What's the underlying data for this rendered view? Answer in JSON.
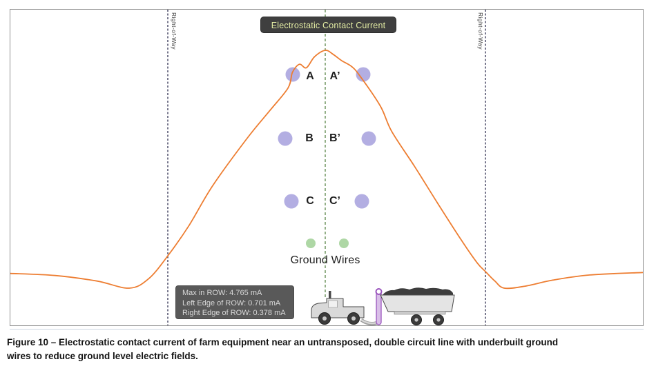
{
  "figure": {
    "title_badge": "Electrostatic Contact Current",
    "row_left_label": "Right-of-Way",
    "row_right_label": "Right-of-Way",
    "conductors": {
      "a": "A",
      "a_prime": "A’",
      "b": "B",
      "b_prime": "B’",
      "c": "C",
      "c_prime": "C’"
    },
    "ground_wires_label": "Ground Wires",
    "stats": {
      "max": "Max in ROW: 4.765 mA",
      "left_edge": "Left Edge of ROW: 0.701 mA",
      "right_edge": "Right Edge of ROW: 0.378 mA"
    },
    "caption_line1": "Figure 10 – Electrostatic contact current of farm equipment near an untransposed, double circuit line with underbuilt ground",
    "caption_line2": "wires to reduce ground level electric fields.",
    "colors": {
      "curve": "#ED7D31",
      "conductor_fill": "#B3AEE2",
      "ground_wire_fill": "#AED7A5",
      "row_line": "#3F3F5E",
      "center_line": "#4E7B3A",
      "badge_bg": "#3F3F3F",
      "badge_text": "#E4EDA4",
      "stats_bg": "#595959",
      "stats_text": "#D9D9D9"
    }
  },
  "chart_data": {
    "type": "line",
    "title": "Electrostatic Contact Current",
    "xlabel": "",
    "ylabel": "",
    "y_unit": "mA",
    "ylim": [
      0,
      5
    ],
    "grid": false,
    "legend_position": "none",
    "series": [
      {
        "name": "Electrostatic contact current",
        "x_percent_of_plot_width": [
          0,
          7.1,
          13.7,
          18.8,
          21.9,
          24.9,
          28.2,
          31.9,
          37.4,
          41.0,
          43.9,
          44.6,
          45.7,
          46.8,
          48.1,
          49.8,
          51.1,
          52.4,
          53.9,
          55.2,
          58.5,
          60.3,
          63.9,
          67.5,
          71.3,
          73.8,
          75.2,
          76.6,
          78.1,
          81.4,
          85.8,
          91.6,
          100
        ],
        "current_mA": [
          0.35,
          0.31,
          0.2,
          0.06,
          0.25,
          0.701,
          1.29,
          2.07,
          3.02,
          3.57,
          4.02,
          4.33,
          4.49,
          4.42,
          4.64,
          4.765,
          4.68,
          4.56,
          4.45,
          4.27,
          3.66,
          3.16,
          2.47,
          1.75,
          1.01,
          0.56,
          0.378,
          0.2,
          0.06,
          0.1,
          0.22,
          0.32,
          0.37
        ]
      }
    ],
    "annotations": {
      "max_in_row_mA": 4.765,
      "left_edge_of_row_mA": 0.701,
      "right_edge_of_row_mA": 0.378,
      "row_left_x_percent": 24.9,
      "row_right_x_percent": 75.2,
      "centerline_x_percent": 49.8,
      "conductor_markers": [
        "A",
        "A’",
        "B",
        "B’",
        "C",
        "C’"
      ],
      "ground_wire_markers": 2
    }
  }
}
